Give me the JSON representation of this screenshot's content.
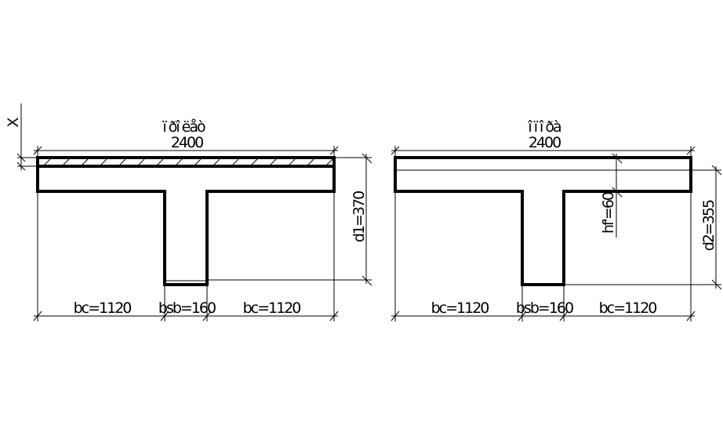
{
  "left_section": {
    "title": "ï ðî ëåò",
    "width_label": "2400",
    "height_label": "d1=370",
    "x_label": "X",
    "bottom_labels": [
      "bc=1120",
      "bsb=160",
      "bc=1120"
    ]
  },
  "right_section": {
    "title": "î ï î ðà",
    "width_label": "2400",
    "flange_label": "hf'=60",
    "height_label": "d2=355",
    "bottom_labels": [
      "bc=1120",
      "bsb=160",
      "bc=1120"
    ]
  }
}
